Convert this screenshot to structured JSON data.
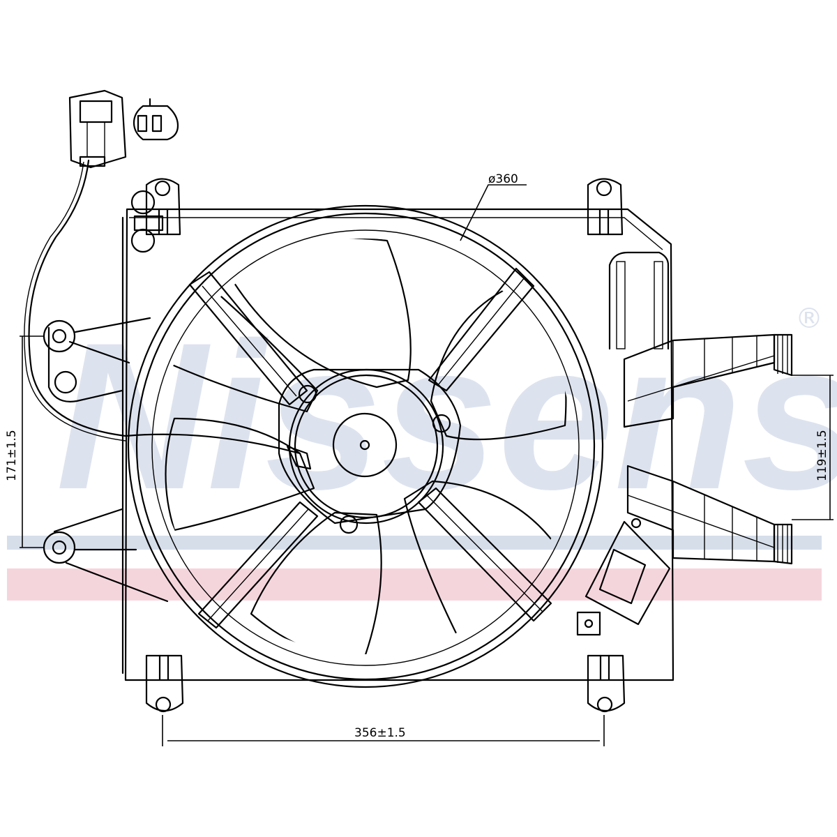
{
  "watermark": {
    "brand": "Nissens",
    "registered_symbol": "®",
    "stripe_colors": {
      "blue": "#d6deea",
      "pink": "#f5d5dc"
    }
  },
  "dimensions": {
    "diameter": "ø360",
    "width": "356±1.5",
    "left_height": "171±1.5",
    "right_height": "119±1.5"
  },
  "drawing": {
    "line_color": "#000000",
    "background": "#ffffff"
  }
}
